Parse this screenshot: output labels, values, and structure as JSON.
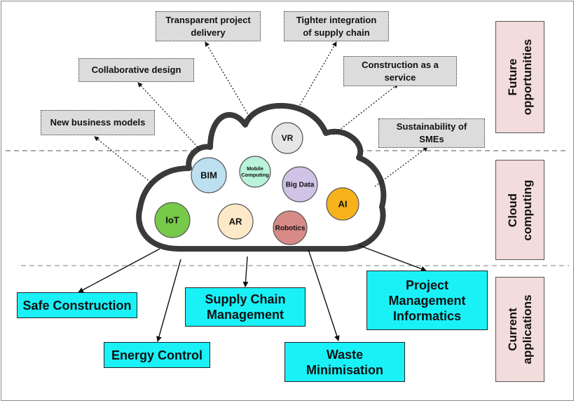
{
  "future_opportunities": [
    {
      "id": "new-business-models",
      "label": "New business models"
    },
    {
      "id": "collaborative-design",
      "label": "Collaborative design"
    },
    {
      "id": "transparent-project-delivery",
      "label": "Transparent project\ndelivery"
    },
    {
      "id": "tighter-integration",
      "label": "Tighter integration\nof supply chain"
    },
    {
      "id": "construction-as-a-service",
      "label": "Construction as a\nservice"
    },
    {
      "id": "sustainability-of-smes",
      "label": "Sustainability of\nSMEs"
    }
  ],
  "cloud_technologies": [
    {
      "id": "vr",
      "label": "VR",
      "color": "#e6e6e6"
    },
    {
      "id": "bim",
      "label": "BIM",
      "color": "#bde0f0"
    },
    {
      "id": "mobile-computing",
      "label": "Mobile\nComputing",
      "color": "#b9f3d9"
    },
    {
      "id": "big-data",
      "label": "Big Data",
      "color": "#cfc3e6"
    },
    {
      "id": "ai",
      "label": "AI",
      "color": "#f7b21c"
    },
    {
      "id": "iot",
      "label": "IoT",
      "color": "#77c94a"
    },
    {
      "id": "ar",
      "label": "AR",
      "color": "#fde9c8"
    },
    {
      "id": "robotics",
      "label": "Robotics",
      "color": "#d88a86"
    }
  ],
  "current_applications": [
    {
      "id": "safe-construction",
      "label": "Safe Construction"
    },
    {
      "id": "supply-chain-management",
      "label": "Supply Chain\nManagement"
    },
    {
      "id": "project-management-informatics",
      "label": "Project\nManagement\nInformatics"
    },
    {
      "id": "energy-control",
      "label": "Energy Control"
    },
    {
      "id": "waste-minimisation",
      "label": "Waste\nMinimisation"
    }
  ],
  "categories": [
    {
      "id": "future-opportunities",
      "label": "Future\nopportunities"
    },
    {
      "id": "cloud-computing",
      "label": "Cloud\ncomputing"
    },
    {
      "id": "current-applications",
      "label": "Current\napplications"
    }
  ],
  "colors": {
    "opportunity_fill": "#dcdcdc",
    "application_fill": "#19f1f7",
    "category_fill": "#f3dcdc",
    "cloud_outline": "#3a3a3a"
  }
}
